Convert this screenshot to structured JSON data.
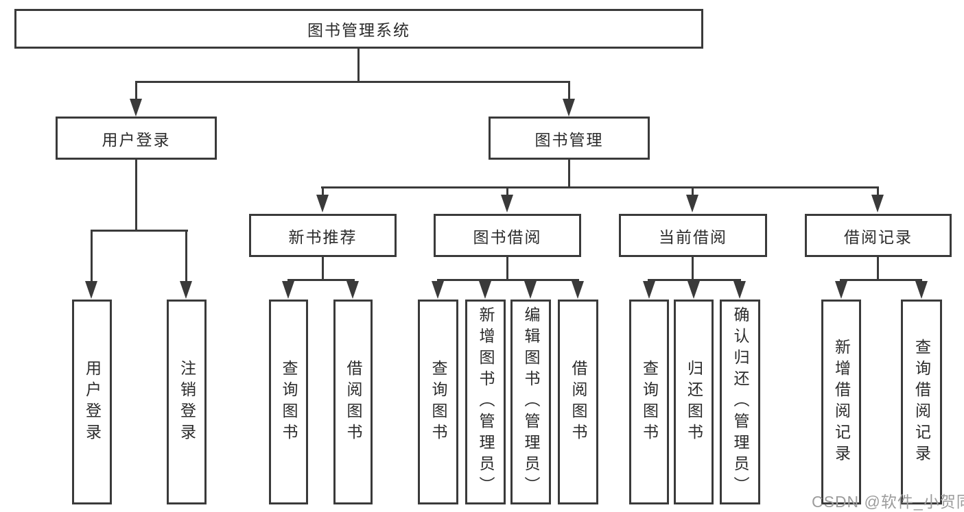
{
  "diagram": {
    "root": {
      "label": "图书管理系统"
    },
    "branches": [
      {
        "label": "用户登录",
        "children": [
          {
            "label": "用户登录"
          },
          {
            "label": "注销登录"
          }
        ]
      },
      {
        "label": "图书管理",
        "children": [
          {
            "label": "新书推荐",
            "children": [
              {
                "label": "查询图书"
              },
              {
                "label": "借阅图书"
              }
            ]
          },
          {
            "label": "图书借阅",
            "children": [
              {
                "label": "查询图书"
              },
              {
                "label": "新增图书（管理员）"
              },
              {
                "label": "编辑图书（管理员）"
              },
              {
                "label": "借阅图书"
              }
            ]
          },
          {
            "label": "当前借阅",
            "children": [
              {
                "label": "查询图书"
              },
              {
                "label": "归还图书"
              },
              {
                "label": "确认归还（管理员）"
              }
            ]
          },
          {
            "label": "借阅记录",
            "children": [
              {
                "label": "新增借阅记录"
              },
              {
                "label": "查询借阅记录"
              }
            ]
          }
        ]
      }
    ]
  },
  "watermark": {
    "text": "CSDN @软件_小贺同学"
  },
  "colors": {
    "line": "#3a3a3a",
    "text": "#2b2b2b",
    "watermark": "#9c9c9c",
    "background": "#ffffff"
  }
}
